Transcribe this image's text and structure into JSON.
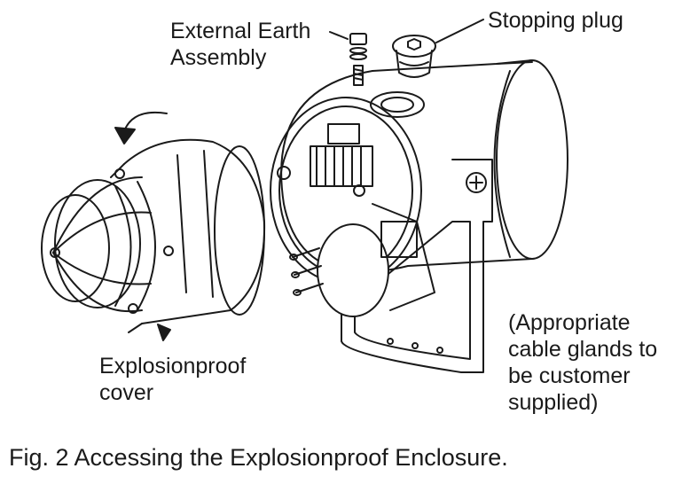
{
  "labels": {
    "earth_line1": "External Earth",
    "earth_line2": "Assembly",
    "stopping_plug": "Stopping plug",
    "cover_line1": "Explosionproof",
    "cover_line2": "cover",
    "glands_line1": "(Appropriate",
    "glands_line2": "cable glands to",
    "glands_line3": "be customer",
    "glands_line4": "supplied)"
  },
  "caption": "Fig. 2 Accessing the Explosionproof Enclosure.",
  "colors": {
    "ink": "#1a1a1a",
    "background": "#ffffff"
  }
}
